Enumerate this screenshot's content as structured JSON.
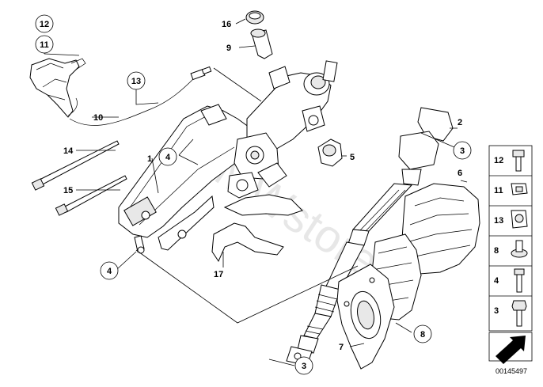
{
  "diagram": {
    "callouts": {
      "c1": "1",
      "c2": "2",
      "c3a": "3",
      "c3b": "3",
      "c4a": "4",
      "c4b": "4",
      "c5": "5",
      "c6": "6",
      "c7": "7",
      "c8": "8",
      "c9": "9",
      "c10": "10",
      "c11": "11",
      "c12": "12",
      "c13": "13",
      "c14": "14",
      "c15": "15",
      "c16": "16",
      "c17": "17"
    },
    "sidebar": {
      "items": [
        {
          "label": "12",
          "icon": "bolt-icon"
        },
        {
          "label": "11",
          "icon": "clip-nut-icon"
        },
        {
          "label": "13",
          "icon": "cable-clip-icon"
        },
        {
          "label": "8",
          "icon": "washer-screw-icon"
        },
        {
          "label": "4",
          "icon": "screw-icon"
        },
        {
          "label": "3",
          "icon": "hex-bolt-icon"
        }
      ],
      "image_id": "00145497"
    },
    "watermark": "BMWstore.pl"
  }
}
